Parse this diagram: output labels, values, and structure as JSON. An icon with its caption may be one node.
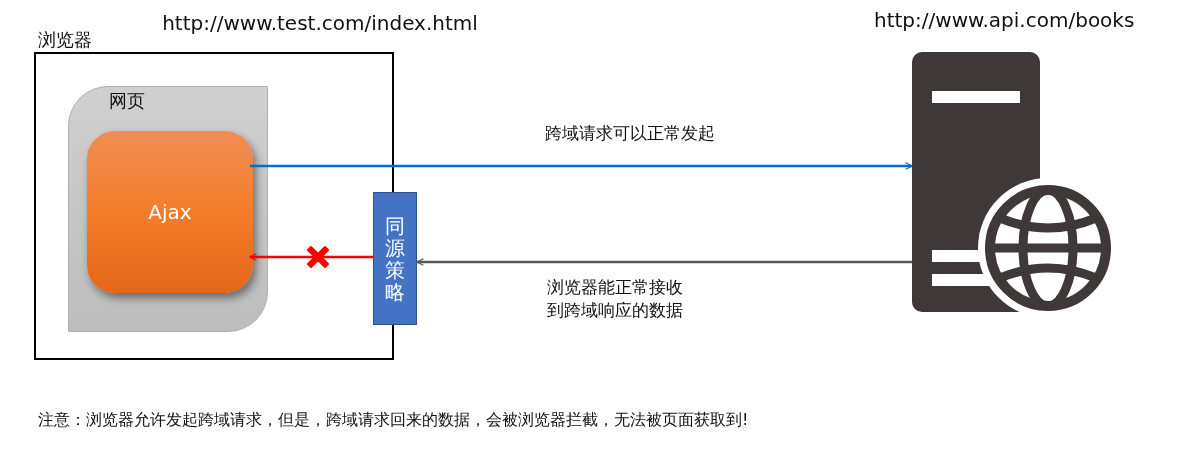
{
  "diagram": {
    "nodes": [
      {
        "text": [
          "浏览器"
        ]
      },
      {
        "text": [
          "网页"
        ],
        "in": 0
      },
      {
        "text": [
          "Ajax"
        ],
        "in": 1
      },
      {
        "text": [
          "同源策略"
        ]
      },
      {
        "text": [],
        "shape": "picture",
        "beside": [
          "http://www.api.com/books"
        ]
      },
      {
        "text": [
          "http://www.test.com/index.html"
        ]
      }
    ],
    "edges": [
      {
        "from": 2,
        "to": 4,
        "arrow": "to",
        "label": "跨域请求可以正常发起",
        "color": "#0070c0"
      },
      {
        "from": 4,
        "to": 3,
        "arrow": "to",
        "label": "浏览器能正常接收到跨域响应的数据",
        "color": "#595959"
      },
      {
        "from": 3,
        "to": 2,
        "arrow": "to",
        "color": "#ff0000"
      }
    ],
    "labels": [
      "注意：浏览器允许发起跨域请求，但是，跨域请求回来的数据，会被浏览器拦截，无法被页面获取到!"
    ]
  }
}
